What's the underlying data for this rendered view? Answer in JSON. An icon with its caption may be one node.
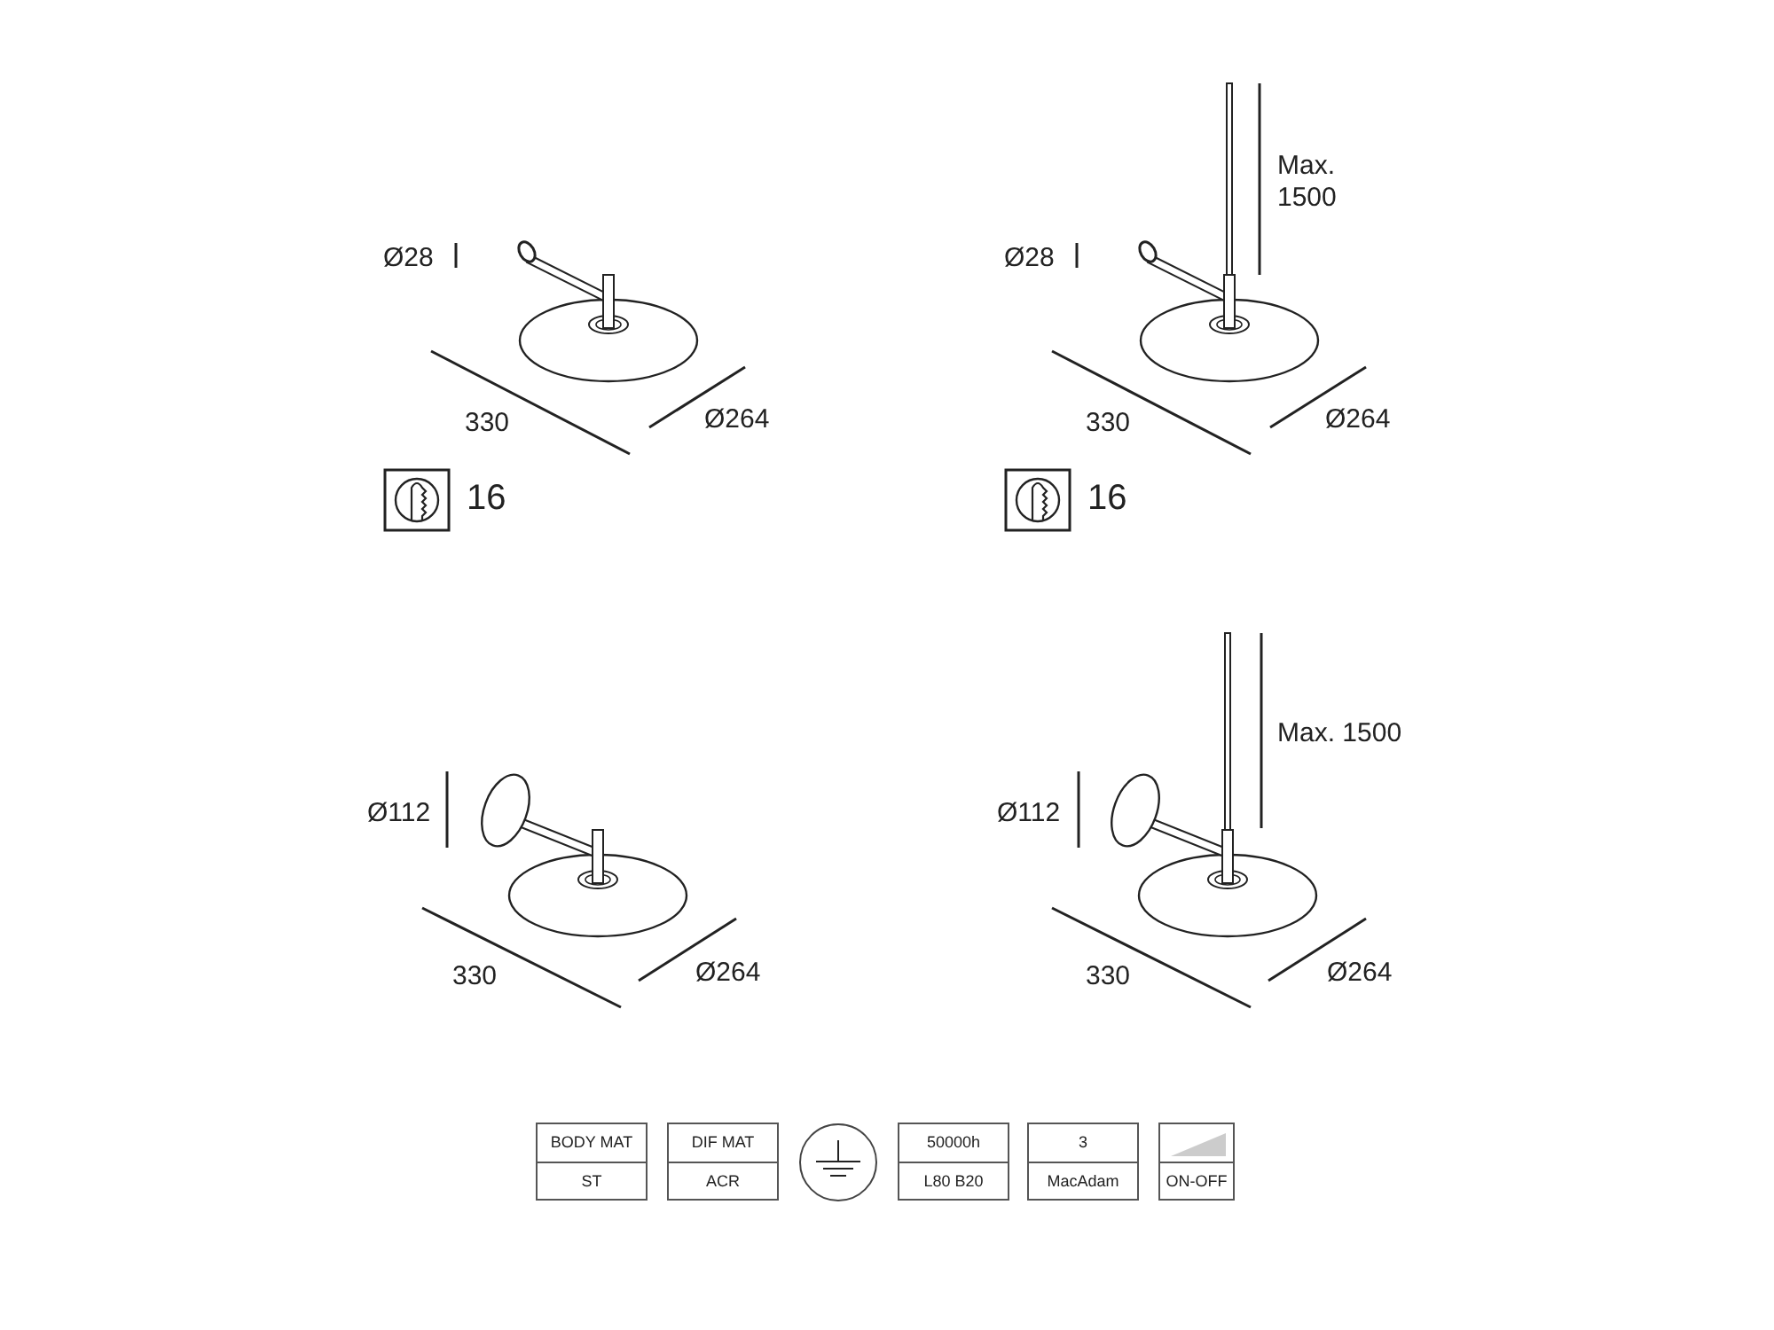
{
  "diagram": {
    "nodes": [
      {
        "text": [
          "BODY MAT",
          "ST"
        ]
      },
      {
        "text": [
          "DIF MAT",
          "ACR"
        ]
      },
      {
        "text": [],
        "shape": "circle"
      },
      {
        "text": [
          "50000h",
          "L80 B20"
        ]
      },
      {
        "text": [
          "3",
          "MacAdam"
        ]
      },
      {
        "text": [
          "ON-OFF"
        ]
      }
    ],
    "labels": [
      "Ø28",
      "330",
      "Ø264",
      "16",
      "Max. 1500",
      "Ø28",
      "330",
      "Ø264",
      "16",
      "Ø112",
      "330",
      "Ø264",
      "Max. 1500",
      "Ø112",
      "330",
      "Ø264"
    ]
  }
}
